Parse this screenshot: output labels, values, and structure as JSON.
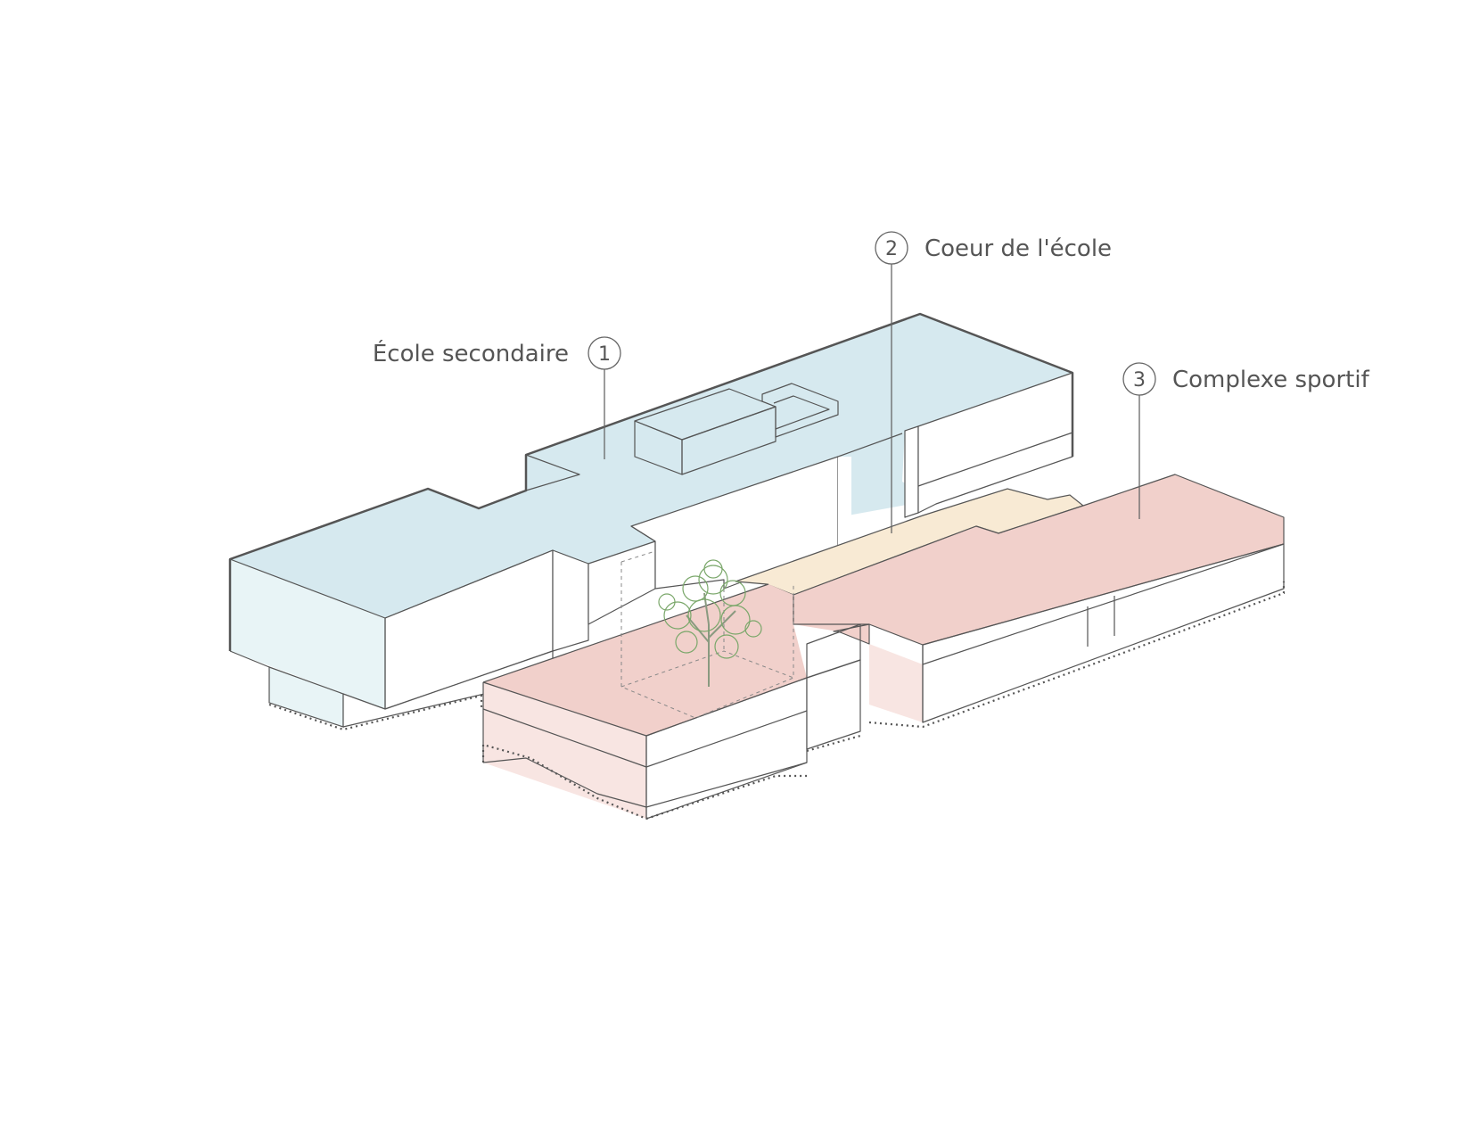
{
  "colors": {
    "ecole_secondaire_roof": "#d6e9ef",
    "ecole_secondaire_wall": "#e8f4f6",
    "coeur_roof": "#f8ead4",
    "complexe_roof": "#f1d0cb",
    "complexe_wall": "#f8e5e2",
    "line": "#555555",
    "tree": "#7aa76a"
  },
  "labels": [
    {
      "number": "1",
      "text": "École secondaire",
      "icon": "circled-number"
    },
    {
      "number": "2",
      "text": "Coeur de l'école",
      "icon": "circled-number"
    },
    {
      "number": "3",
      "text": "Complexe sportif",
      "icon": "circled-number"
    }
  ]
}
